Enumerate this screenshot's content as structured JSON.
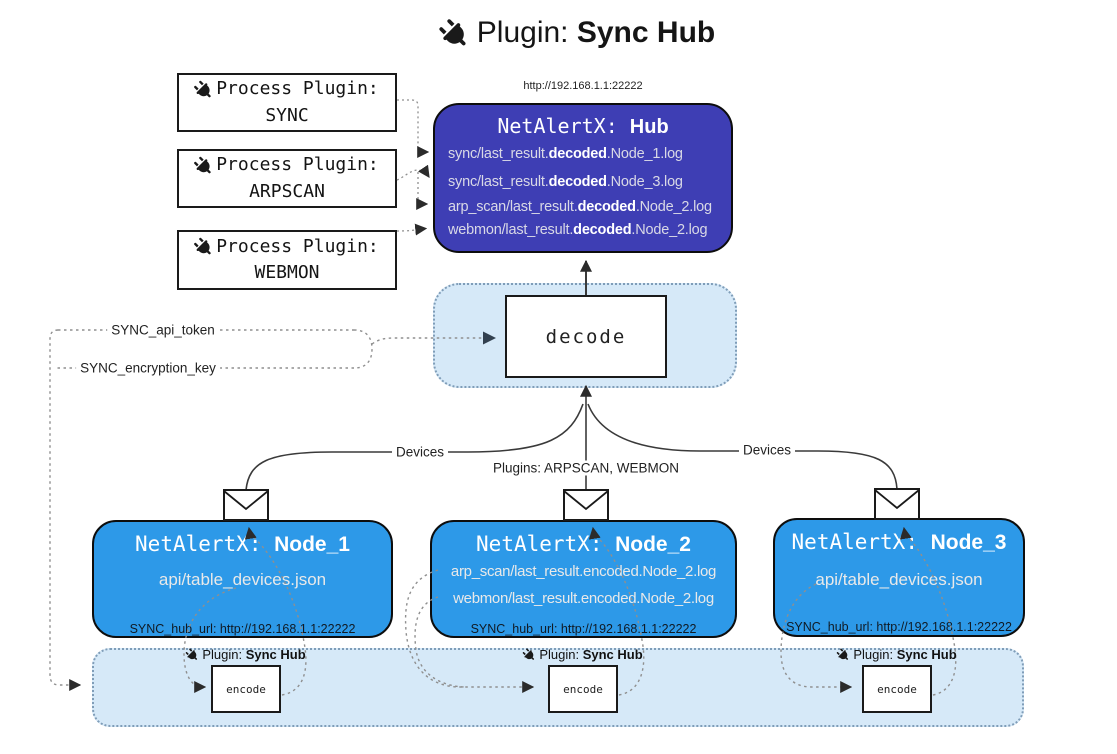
{
  "title": {
    "prefix": "Plugin: ",
    "name": "Sync Hub"
  },
  "colors": {
    "hub_fill": "#3e3eb4",
    "node_fill": "#2d99e8",
    "panel_fill": "#d6e9f8",
    "line_solid": "#3a3a3a",
    "line_dotted": "#8f8f8f"
  },
  "icons": {
    "plug": "plug-icon",
    "envelope": "envelope-icon"
  },
  "process_plugins": [
    {
      "label": "Process Plugin:",
      "name": "SYNC"
    },
    {
      "label": "Process Plugin:",
      "name": "ARPSCAN"
    },
    {
      "label": "Process Plugin:",
      "name": "WEBMON"
    }
  ],
  "hub": {
    "url": "http://192.168.1.1:22222",
    "name_prefix": "NetAlertX: ",
    "name": "Hub",
    "files": [
      {
        "pre": "sync/last_result.",
        "bold": "decoded",
        "post": ".Node_1.log"
      },
      {
        "pre": "sync/last_result.",
        "bold": "decoded",
        "post": ".Node_3.log"
      },
      {
        "pre": "arp_scan/last_result.",
        "bold": "decoded",
        "post": ".Node_2.log"
      },
      {
        "pre": "webmon/last_result.",
        "bold": "decoded",
        "post": ".Node_2.log"
      }
    ]
  },
  "decode_box": {
    "label": "decode"
  },
  "config": {
    "api_token": "SYNC_api_token",
    "encryption_key": "SYNC_encryption_key"
  },
  "edge_labels": {
    "devices_left": "Devices",
    "plugins": "Plugins: ARPSCAN, WEBMON",
    "devices_right": "Devices"
  },
  "nodes": [
    {
      "name_prefix": "NetAlertX: ",
      "name": "Node_1",
      "files": [
        "api/table_devices.json"
      ],
      "hub_url": "SYNC_hub_url: http://192.168.1.1:22222"
    },
    {
      "name_prefix": "NetAlertX: ",
      "name": "Node_2",
      "files": [
        "arp_scan/last_result.encoded.Node_2.log",
        "webmon/last_result.encoded.Node_2.log"
      ],
      "hub_url": "SYNC_hub_url: http://192.168.1.1:22222"
    },
    {
      "name_prefix": "NetAlertX: ",
      "name": "Node_3",
      "files": [
        "api/table_devices.json"
      ],
      "hub_url": "SYNC_hub_url: http://192.168.1.1:22222"
    }
  ],
  "encode_panel": {
    "plugin_prefix": "Plugin: ",
    "plugin_name": "Sync Hub",
    "box_label": "encode"
  }
}
